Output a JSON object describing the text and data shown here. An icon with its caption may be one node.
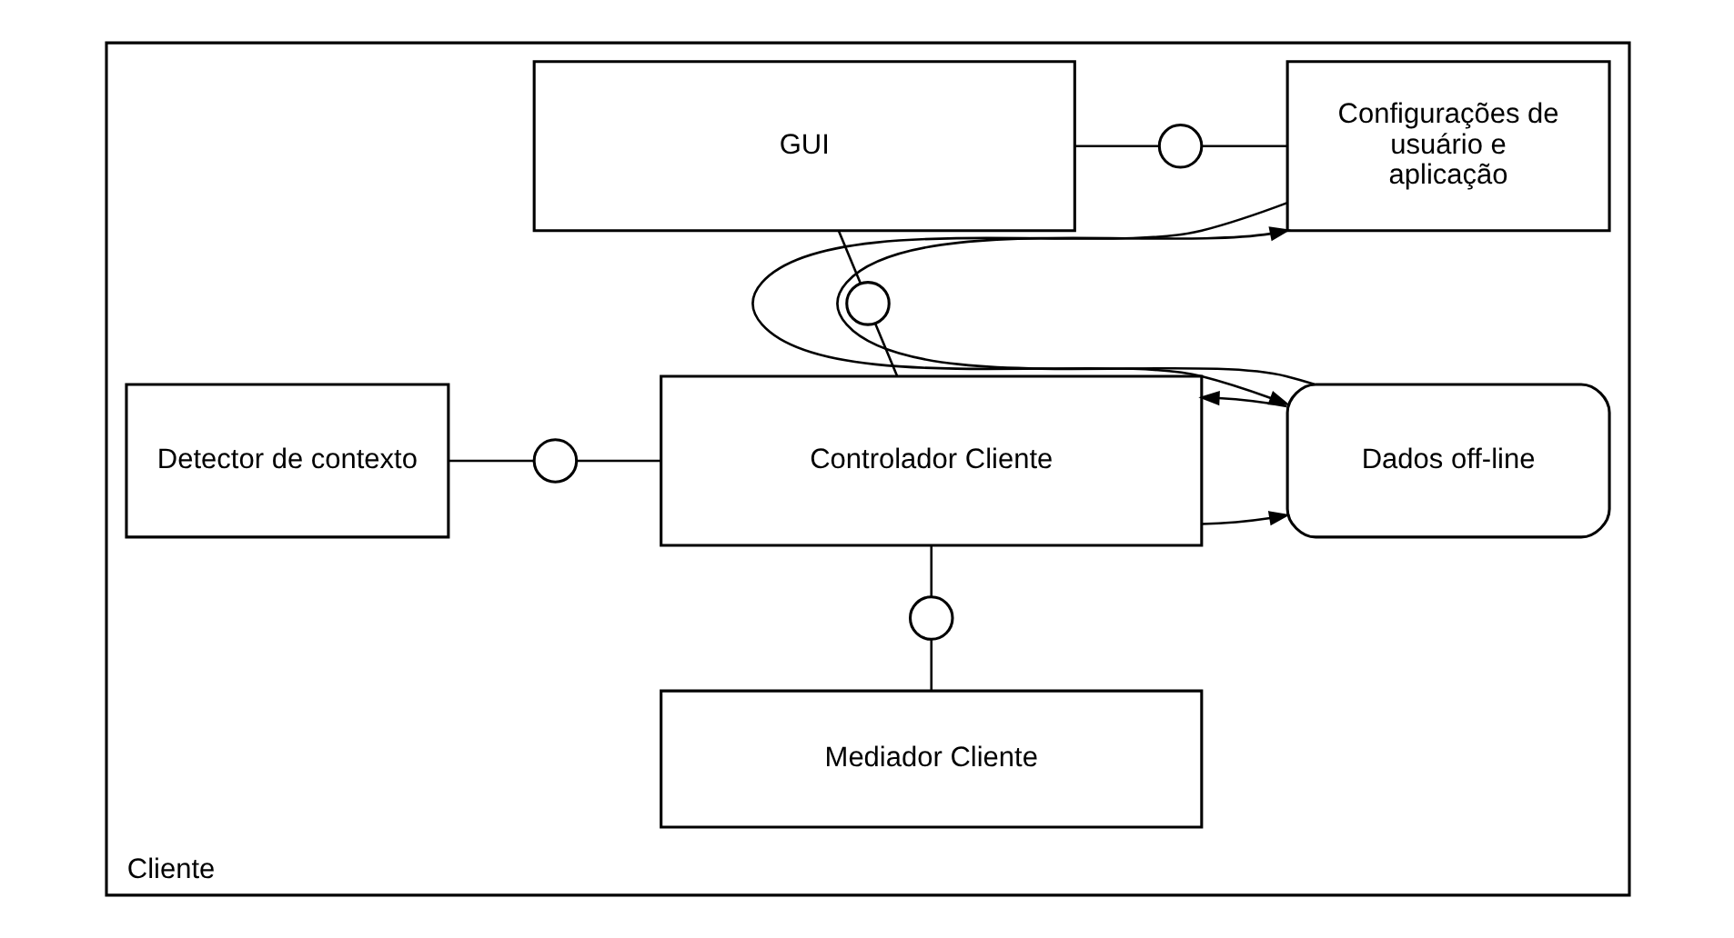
{
  "diagram": {
    "nodes": [
      {
        "text": [
          "Cliente"
        ]
      },
      {
        "text": [
          "GUI"
        ],
        "in": 0
      },
      {
        "text": [],
        "shape": "circle",
        "in": 0
      },
      {
        "text": [
          "Configurações de usuário e aplicação"
        ],
        "in": 0
      },
      {
        "text": [],
        "shape": "circle",
        "in": 0
      },
      {
        "text": [
          "Detector de contexto"
        ],
        "in": 0
      },
      {
        "text": [],
        "shape": "circle",
        "in": 0
      },
      {
        "text": [
          "Controlador Cliente"
        ],
        "in": 0
      },
      {
        "text": [
          "Dados off-line"
        ],
        "in": 0
      },
      {
        "text": [],
        "shape": "circle",
        "in": 0
      },
      {
        "text": [
          "Mediador Cliente"
        ],
        "in": 0
      }
    ],
    "edges": [
      {
        "from": 1,
        "to": 2,
        "arrow": "none"
      },
      {
        "from": 2,
        "to": 3,
        "arrow": "none"
      },
      {
        "from": 1,
        "to": 4,
        "arrow": "none"
      },
      {
        "from": 4,
        "to": 7,
        "arrow": "none"
      },
      {
        "from": 5,
        "to": 6,
        "arrow": "none"
      },
      {
        "from": 6,
        "to": 7,
        "arrow": "none"
      },
      {
        "from": 7,
        "to": 9,
        "arrow": "none"
      },
      {
        "from": 9,
        "to": 10,
        "arrow": "none"
      },
      {
        "from": 7,
        "to": 8,
        "arrow": "to"
      },
      {
        "from": 8,
        "to": 7,
        "arrow": "to"
      },
      {
        "from": 8,
        "to": 3,
        "arrow": "to"
      },
      {
        "from": 3,
        "to": 8,
        "arrow": "to"
      }
    ]
  }
}
